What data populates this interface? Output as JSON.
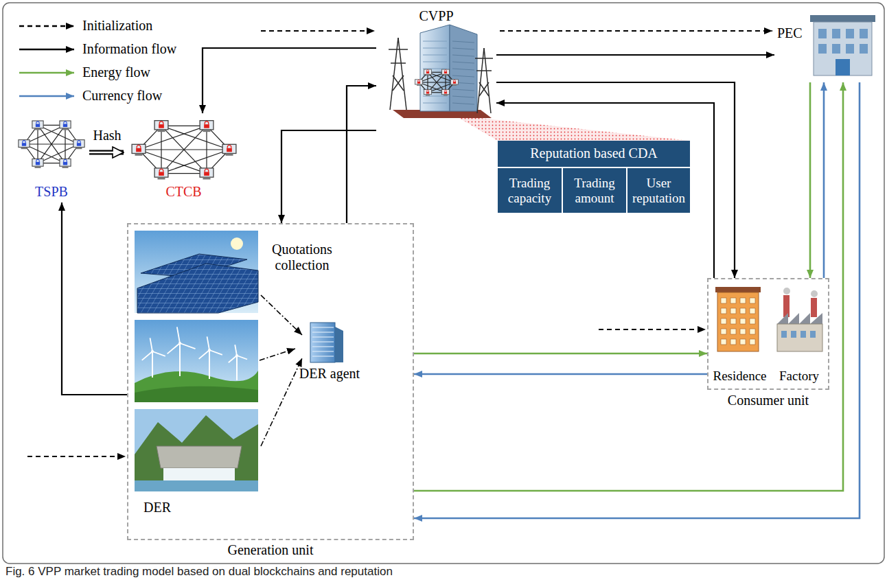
{
  "diagram": {
    "caption": "Fig. 6 VPP market trading model based on dual blockchains and reputation",
    "nodes": [
      {
        "text": [
          "CVPP"
        ]
      },
      {
        "text": [
          "PEC"
        ]
      },
      {
        "text": [
          "TSPB"
        ]
      },
      {
        "text": [
          "CTCB"
        ]
      },
      {
        "text": [
          "Reputation based CDA"
        ]
      },
      {
        "text": [
          "Trading capacity"
        ],
        "in": 4
      },
      {
        "text": [
          "Trading amount"
        ],
        "in": 4
      },
      {
        "text": [
          "User reputation"
        ],
        "in": 4
      },
      {
        "text": [
          "Generation unit"
        ]
      },
      {
        "text": [
          "DER"
        ],
        "in": 8
      },
      {
        "text": [
          "DER agent"
        ],
        "in": 8
      },
      {
        "text": [
          "Consumer unit"
        ]
      },
      {
        "text": [
          "Residence"
        ],
        "in": 11
      },
      {
        "text": [
          "Factory"
        ],
        "in": 11
      }
    ],
    "edges": [
      {
        "from": 0,
        "to": 3,
        "arrow": "to"
      },
      {
        "from": 2,
        "to": 3,
        "label": "Hash",
        "arrow": "to"
      },
      {
        "from": 8,
        "to": 2,
        "arrow": "to"
      },
      {
        "from": 0,
        "to": 8,
        "arrow": "to"
      },
      {
        "from": 8,
        "to": 0,
        "arrow": "to"
      },
      {
        "from": 0,
        "to": 1,
        "arrow": "to"
      },
      {
        "from": 0,
        "to": 11,
        "arrow": "to"
      },
      {
        "from": 11,
        "to": 0,
        "arrow": "to"
      },
      {
        "from": 9,
        "to": 10,
        "label": "Quotations collection",
        "arrow": "to"
      },
      {
        "from": 8,
        "to": 11,
        "arrow": "to"
      },
      {
        "from": 11,
        "to": 8,
        "arrow": "to"
      },
      {
        "from": 8,
        "to": 1,
        "arrow": "to"
      },
      {
        "from": 1,
        "to": 8,
        "arrow": "to"
      },
      {
        "from": 1,
        "to": 13,
        "arrow": "to"
      },
      {
        "from": 13,
        "to": 1,
        "arrow": "to"
      }
    ],
    "legend": [
      {
        "text": "Initialization"
      },
      {
        "text": "Information flow"
      },
      {
        "text": "Energy flow"
      },
      {
        "text": "Currency flow"
      }
    ]
  }
}
